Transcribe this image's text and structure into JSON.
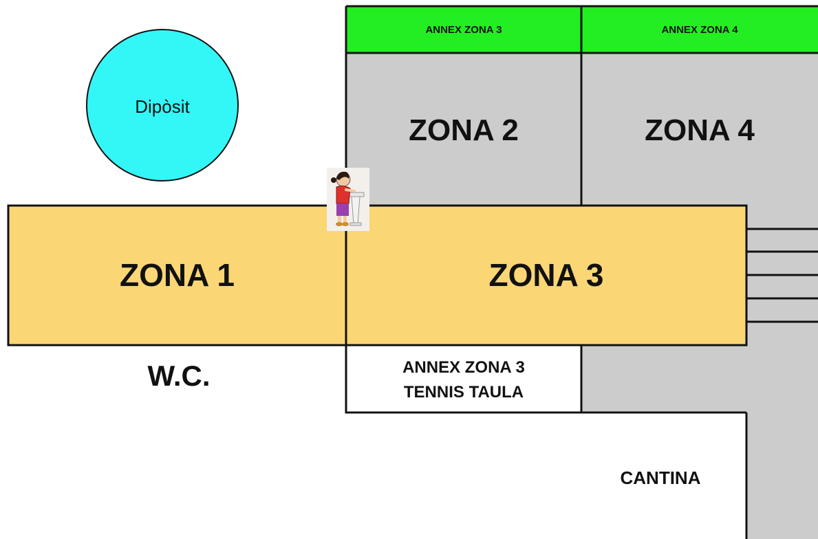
{
  "colors": {
    "annex_green": "#22ee22",
    "zone_gray": "#cccccc",
    "zone_yellow": "#fad675",
    "tank_cyan": "#33f7f7",
    "outline": "#111111",
    "white": "#ffffff"
  },
  "map": {
    "tank": {
      "label": "Dipòsit",
      "icon": "water-tank"
    },
    "annex_zona_3_top": {
      "label": "ANNEX ZONA 3"
    },
    "annex_zona_4_top": {
      "label": "ANNEX ZONA 4"
    },
    "zona_2": {
      "label": "ZONA 2"
    },
    "zona_4": {
      "label": "ZONA 4"
    },
    "zona_1": {
      "label": "ZONA 1"
    },
    "zona_3": {
      "label": "ZONA 3"
    },
    "wc": {
      "label": "W.C."
    },
    "annex_tennis": {
      "line1": "ANNEX ZONA 3",
      "line2": "TENNIS TAULA"
    },
    "cantina": {
      "label": "CANTINA"
    },
    "fountain": {
      "icon": "drinking-fountain-icon"
    },
    "stairs": {
      "step_count": 5
    }
  }
}
